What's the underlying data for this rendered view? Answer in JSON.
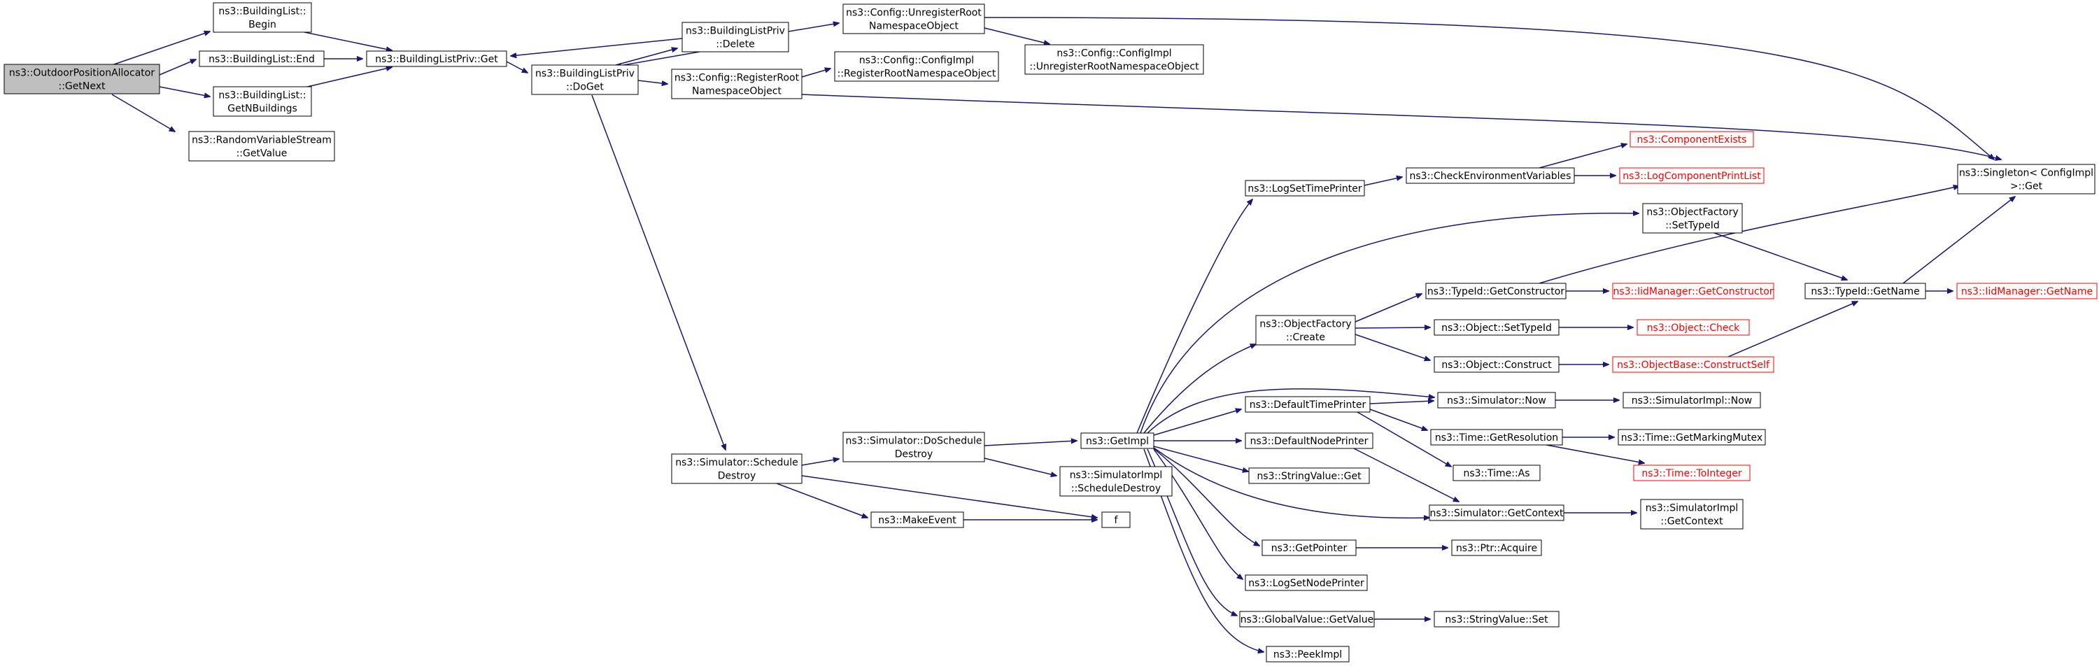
{
  "nodes": {
    "root": {
      "lines": [
        "ns3::OutdoorPositionAllocator",
        "::GetNext"
      ]
    },
    "bl_begin": {
      "lines": [
        "ns3::BuildingList::",
        "Begin"
      ]
    },
    "bl_end": {
      "lines": [
        "ns3::BuildingList::End"
      ]
    },
    "bl_getn": {
      "lines": [
        "ns3::BuildingList::",
        "GetNBuildings"
      ]
    },
    "rvs_getvalue": {
      "lines": [
        "ns3::RandomVariableStream",
        "::GetValue"
      ]
    },
    "blp_get": {
      "lines": [
        "ns3::BuildingListPriv::Get"
      ]
    },
    "blp_doget": {
      "lines": [
        "ns3::BuildingListPriv",
        "::DoGet"
      ]
    },
    "blp_delete": {
      "lines": [
        "ns3::BuildingListPriv",
        "::Delete"
      ]
    },
    "cfg_register": {
      "lines": [
        "ns3::Config::RegisterRoot",
        "NamespaceObject"
      ]
    },
    "cfg_unregister": {
      "lines": [
        "ns3::Config::UnregisterRoot",
        "NamespaceObject"
      ]
    },
    "cfgimpl_unregister": {
      "lines": [
        "ns3::Config::ConfigImpl",
        "::UnregisterRootNamespaceObject"
      ]
    },
    "cfgimpl_register": {
      "lines": [
        "ns3::Config::ConfigImpl",
        "::RegisterRootNamespaceObject"
      ]
    },
    "singleton_get": {
      "lines": [
        "ns3::Singleton< ConfigImpl",
        " >::Get"
      ]
    },
    "sim_schedule_destroy": {
      "lines": [
        "ns3::Simulator::Schedule",
        "Destroy"
      ]
    },
    "sim_doschedule_destroy": {
      "lines": [
        "ns3::Simulator::DoSchedule",
        "Destroy"
      ]
    },
    "makeevent": {
      "lines": [
        "ns3::MakeEvent"
      ]
    },
    "f": {
      "lines": [
        "f"
      ]
    },
    "getimpl": {
      "lines": [
        "ns3::GetImpl"
      ]
    },
    "simimpl_schedule_destroy": {
      "lines": [
        "ns3::SimulatorImpl",
        "::ScheduleDestroy"
      ]
    },
    "logsettimeprinter": {
      "lines": [
        "ns3::LogSetTimePrinter"
      ]
    },
    "checkenv": {
      "lines": [
        "ns3::CheckEnvironmentVariables"
      ]
    },
    "componentexists": {
      "lines": [
        "ns3::ComponentExists"
      ]
    },
    "logcomponentprintlist": {
      "lines": [
        "ns3::LogComponentPrintList"
      ]
    },
    "objfactory_settypeid": {
      "lines": [
        "ns3::ObjectFactory",
        "::SetTypeId"
      ]
    },
    "objfactory_create": {
      "lines": [
        "ns3::ObjectFactory",
        "::Create"
      ]
    },
    "typeid_getconstructor": {
      "lines": [
        "ns3::TypeId::GetConstructor"
      ]
    },
    "iidmanager_getconstructor": {
      "lines": [
        "ns3::IidManager::GetConstructor"
      ]
    },
    "object_settypeid": {
      "lines": [
        "ns3::Object::SetTypeId"
      ]
    },
    "object_check": {
      "lines": [
        "ns3::Object::Check"
      ]
    },
    "object_construct": {
      "lines": [
        "ns3::Object::Construct"
      ]
    },
    "objectbase_constructself": {
      "lines": [
        "ns3::ObjectBase::ConstructSelf"
      ]
    },
    "typeid_getname": {
      "lines": [
        "ns3::TypeId::GetName"
      ]
    },
    "iidmanager_getname": {
      "lines": [
        "ns3::IidManager::GetName"
      ]
    },
    "defaulttimeprinter": {
      "lines": [
        "ns3::DefaultTimePrinter"
      ]
    },
    "simulator_now": {
      "lines": [
        "ns3::Simulator::Now"
      ]
    },
    "simimpl_now": {
      "lines": [
        "ns3::SimulatorImpl::Now"
      ]
    },
    "time_getresolution": {
      "lines": [
        "ns3::Time::GetResolution"
      ]
    },
    "time_getmarkingmutex": {
      "lines": [
        "ns3::Time::GetMarkingMutex"
      ]
    },
    "time_tointeger": {
      "lines": [
        "ns3::Time::ToInteger"
      ]
    },
    "time_as": {
      "lines": [
        "ns3::Time::As"
      ]
    },
    "defaultnodeprinter": {
      "lines": [
        "ns3::DefaultNodePrinter"
      ]
    },
    "stringvalue_get": {
      "lines": [
        "ns3::StringValue::Get"
      ]
    },
    "simulator_getcontext": {
      "lines": [
        "ns3::Simulator::GetContext"
      ]
    },
    "simimpl_getcontext": {
      "lines": [
        "ns3::SimulatorImpl",
        "::GetContext"
      ]
    },
    "getpointer": {
      "lines": [
        "ns3::GetPointer"
      ]
    },
    "ptr_acquire": {
      "lines": [
        "ns3::Ptr::Acquire"
      ]
    },
    "logsetnodeprinter": {
      "lines": [
        "ns3::LogSetNodePrinter"
      ]
    },
    "globalvalue_getvalue": {
      "lines": [
        "ns3::GlobalValue::GetValue"
      ]
    },
    "stringvalue_set": {
      "lines": [
        "ns3::StringValue::Set"
      ]
    },
    "peekimpl": {
      "lines": [
        "ns3::PeekImpl"
      ]
    }
  },
  "colors": {
    "edge": "#191970",
    "box_border": "#000000",
    "truncated_border": "#ff0000",
    "root_fill": "#bfbfbf"
  }
}
